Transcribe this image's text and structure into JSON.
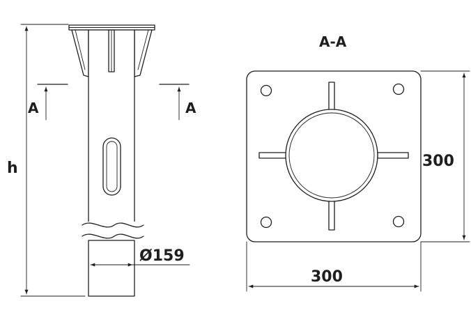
{
  "labels": {
    "height": "h",
    "diameter": "Ø159",
    "section_left": "A",
    "section_right": "A",
    "section_title": "A-A",
    "width_right": "300",
    "width_bottom": "300"
  },
  "colors": {
    "line": "#1e1e1e",
    "background": "#ffffff"
  }
}
